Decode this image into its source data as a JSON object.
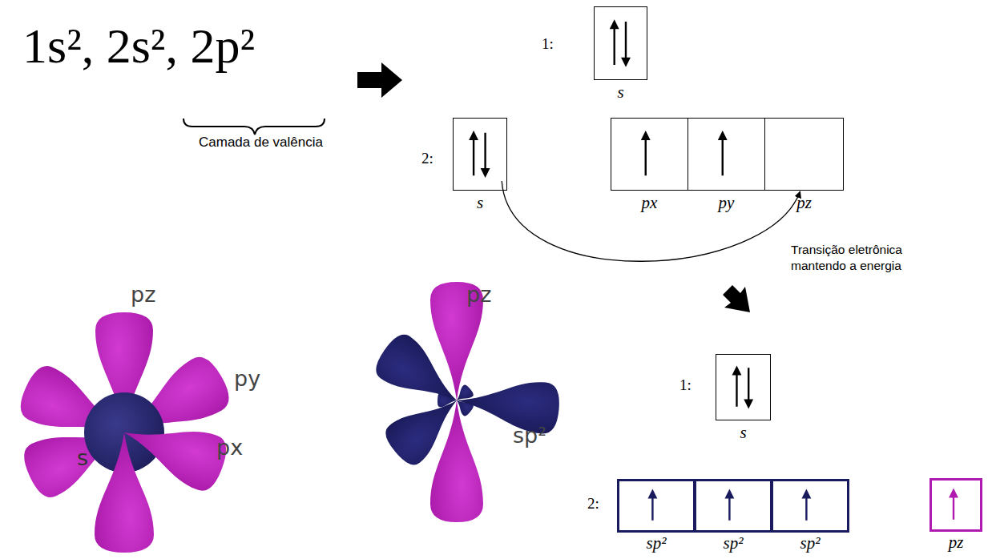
{
  "diagram": {
    "nodes": [
      {
        "text": [
          "s"
        ]
      },
      {
        "text": [
          "s"
        ]
      },
      {
        "text": [
          "px"
        ]
      },
      {
        "text": [
          "py"
        ]
      },
      {
        "text": [
          "pz"
        ]
      },
      {
        "text": [
          "s"
        ]
      },
      {
        "text": [
          "sp²"
        ]
      },
      {
        "text": [
          "sp²"
        ]
      },
      {
        "text": [
          "sp²"
        ]
      },
      {
        "text": [
          "pz"
        ]
      }
    ],
    "edges": [
      {
        "from": 1,
        "to": 4,
        "arrow": "to",
        "label": "Transição eletrônica mantendo a energia"
      }
    ],
    "labels": [
      "1s², 2s², 2p²",
      "Camada de valência",
      "1:",
      "2:",
      "pz",
      "py",
      "s",
      "px",
      "pz",
      "sp²",
      "1:",
      "2:"
    ]
  }
}
